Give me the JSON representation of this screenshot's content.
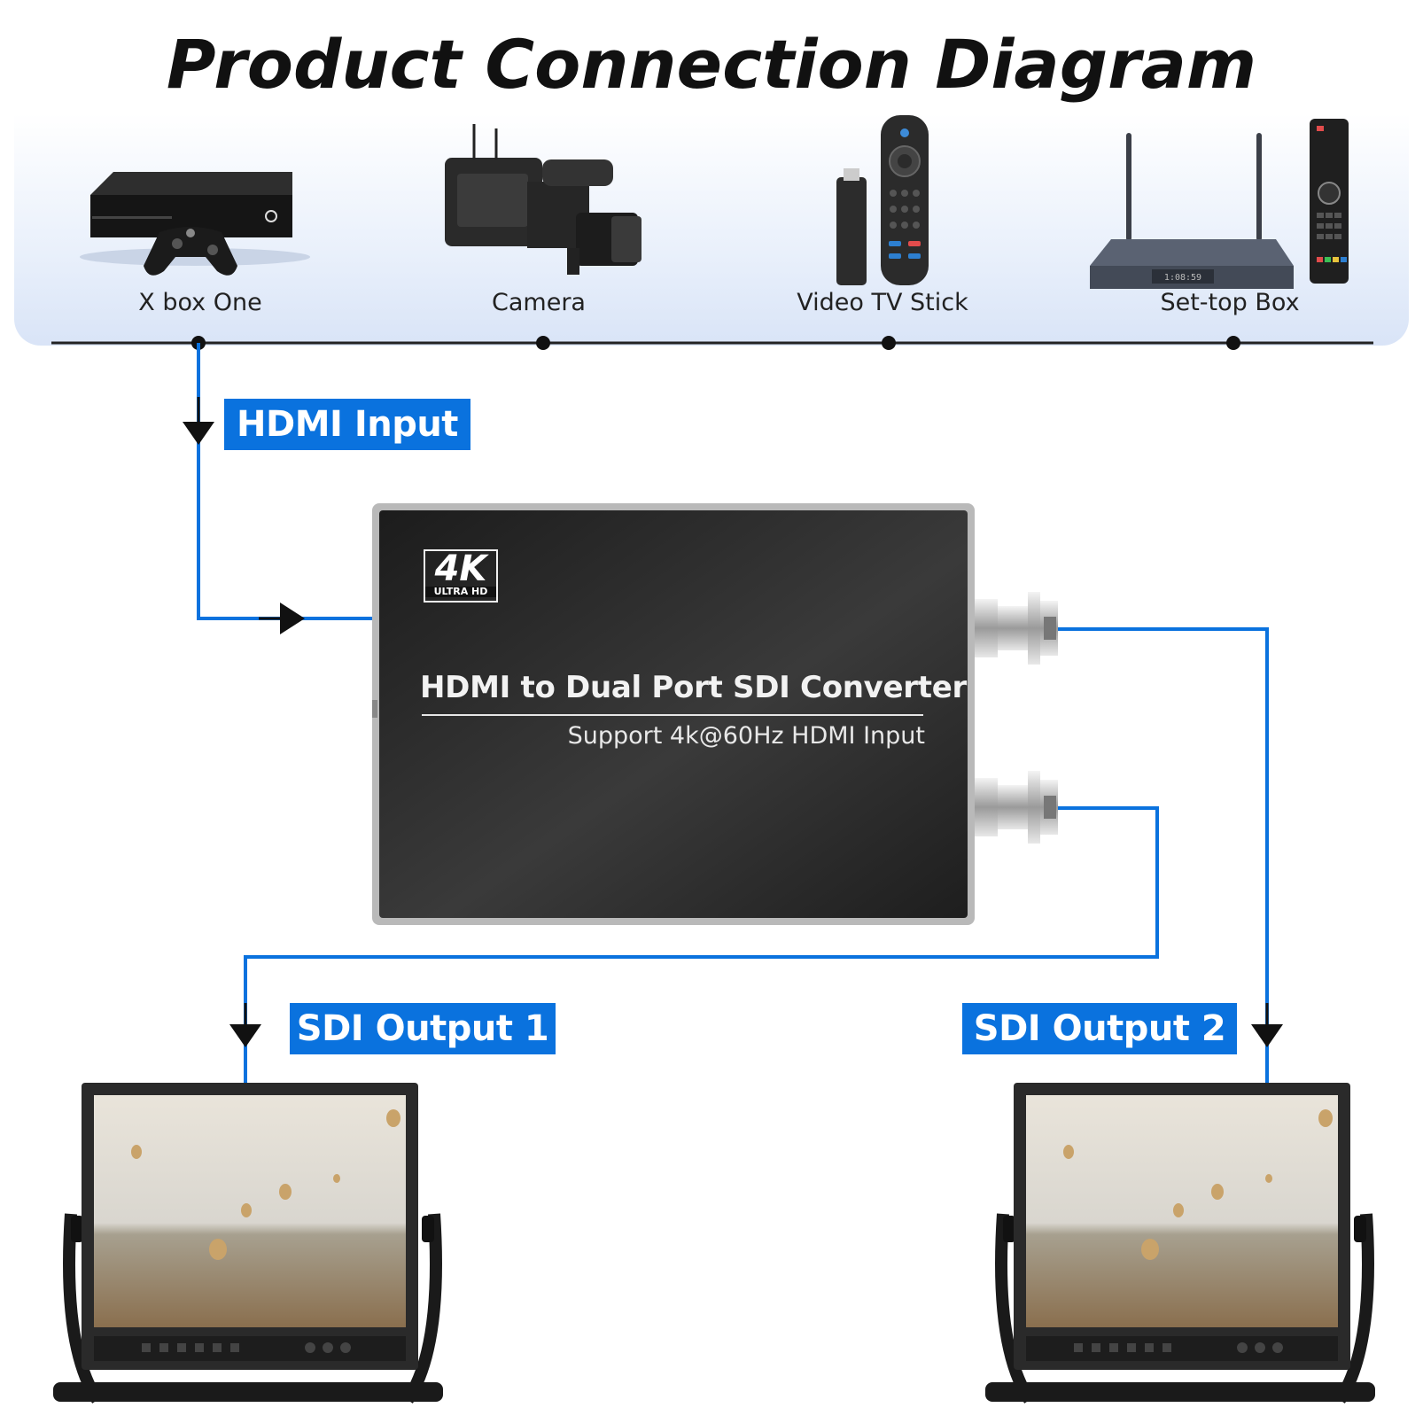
{
  "title": "Product Connection Diagram",
  "sources": [
    {
      "label": "X box One",
      "icon": "xbox-console-icon"
    },
    {
      "label": "Camera",
      "icon": "camcorder-icon"
    },
    {
      "label": "Video TV Stick",
      "icon": "tv-stick-remote-icon"
    },
    {
      "label": "Set-top Box",
      "icon": "set-top-box-icon"
    }
  ],
  "converter": {
    "logo_main": "4K",
    "logo_sub": "ULTRA HD",
    "name": "HDMI to Dual Port SDI Converter",
    "subtitle": "Support 4k@60Hz HDMI Input"
  },
  "labels": {
    "input": "HDMI Input",
    "output1": "SDI Output 1",
    "output2": "SDI Output 2"
  },
  "colors": {
    "accent": "#0a72de",
    "device_body": "#2b2b2b",
    "text_dark": "#111111"
  }
}
